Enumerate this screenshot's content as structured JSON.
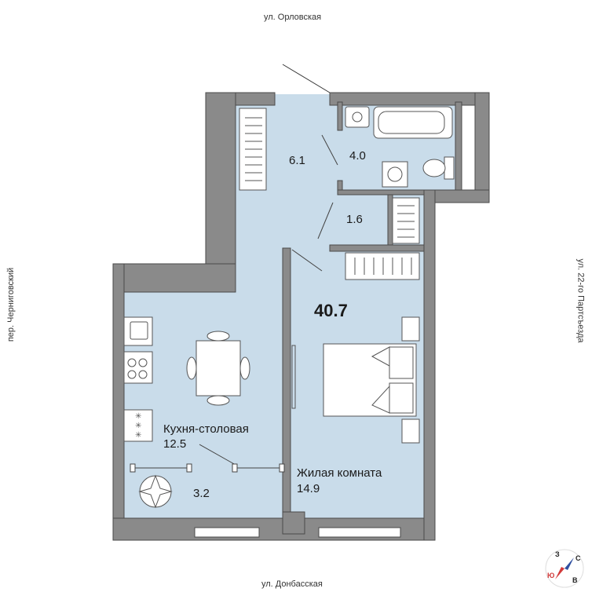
{
  "streets": {
    "top": "ул. Орловская",
    "bottom": "ул. Донбасская",
    "left": "пер. Черниговский",
    "right": "ул. 22-го Партсъезда"
  },
  "total_area": "40.7",
  "rooms": {
    "hall": {
      "area": "6.1"
    },
    "bathroom": {
      "area": "4.0"
    },
    "closet": {
      "area": "1.6"
    },
    "kitchen": {
      "name": "Кухня-столовая",
      "area": "12.5"
    },
    "loggia": {
      "area": "3.2"
    },
    "living": {
      "name": "Жилая комната",
      "area": "14.9"
    }
  },
  "compass": {
    "n": "С",
    "s": "Ю",
    "w": "З",
    "e": "В"
  },
  "colors": {
    "floor": "#c9dcea",
    "wall": "#8a8a8a",
    "outline": "#4a4a4a",
    "compass_red": "#d23a3a",
    "compass_blue": "#2f4fa0"
  }
}
